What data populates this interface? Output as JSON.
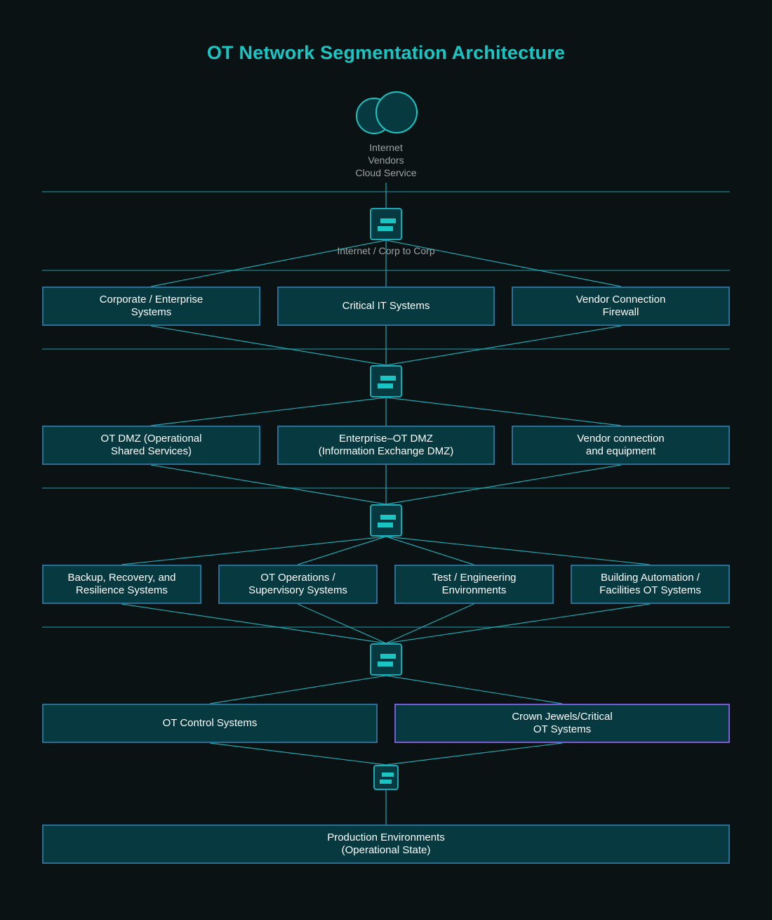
{
  "title": "OT Network Segmentation Architecture",
  "colors": {
    "background": "#0b1213",
    "accent": "#19c6c3",
    "node_fill": "#063a40",
    "node_border": "#2a6f95",
    "highlight_border": "#7d5ad6",
    "line": "#1fa9b3"
  },
  "external": {
    "icon": "cloud-icon",
    "labels": [
      "Internet",
      "Vendors",
      "Cloud Service"
    ]
  },
  "firewalls": [
    {
      "icon": "firewall-icon",
      "label": "Internet / Corp to Corp"
    },
    {
      "icon": "firewall-icon",
      "label": ""
    },
    {
      "icon": "firewall-icon",
      "label": ""
    },
    {
      "icon": "firewall-icon",
      "label": ""
    },
    {
      "icon": "firewall-icon",
      "label": ""
    }
  ],
  "zones": [
    {
      "nodes": [
        {
          "label": "Corporate / Enterprise\nSystems"
        },
        {
          "label": "Critical IT Systems"
        },
        {
          "label": "Vendor Connection\nFirewall"
        }
      ]
    },
    {
      "nodes": [
        {
          "label": "OT DMZ (Operational\nShared Services)"
        },
        {
          "label": "Enterprise–OT DMZ\n(Information Exchange DMZ)"
        },
        {
          "label": "Vendor connection\nand equipment"
        }
      ]
    },
    {
      "nodes": [
        {
          "label": "Backup, Recovery, and\nResilience Systems"
        },
        {
          "label": "OT Operations /\nSupervisory Systems"
        },
        {
          "label": "Test / Engineering\nEnvironments"
        },
        {
          "label": "Building Automation /\nFacilities OT Systems"
        }
      ]
    },
    {
      "nodes": [
        {
          "label": "OT Control Systems"
        },
        {
          "label": "Crown Jewels/Critical\nOT Systems",
          "highlight": true
        }
      ]
    },
    {
      "nodes": [
        {
          "label": "Production Environments\n(Operational State)"
        }
      ]
    }
  ]
}
